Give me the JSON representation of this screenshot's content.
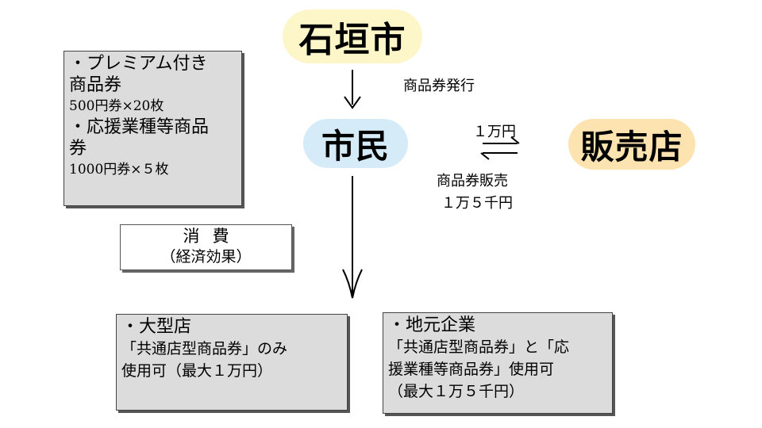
{
  "nodes": {
    "city": "石垣市",
    "citizen": "市民",
    "store": "販売店"
  },
  "labels": {
    "issue": "商品券発行",
    "price": "１万円",
    "sale": "商品券販売",
    "sale_amount": "１万５千円"
  },
  "premium_box": {
    "line1": "・プレミアム付き",
    "line2": "商品券",
    "line3": "500円券×20枚",
    "line4": "・応援業種等商品",
    "line5": "券",
    "line6": "1000円券×５枚"
  },
  "consume_box": {
    "title": "消費",
    "subtitle": "（経済効果）"
  },
  "big_store_box": {
    "title": "・大型店",
    "line1": "「共通店型商品券」のみ",
    "line2": "使用可（最大１万円）"
  },
  "local_box": {
    "title": "・地元企業",
    "line1": "「共通店型商品券」と「応",
    "line2": "援業種等商品券」使用可",
    "line3": "（最大１万５千円）"
  },
  "colors": {
    "city_bg": "#fdf6c9",
    "citizen_bg": "#d5ecf8",
    "store_bg": "#fde3b0",
    "box_bg": "#dcdcdc"
  }
}
